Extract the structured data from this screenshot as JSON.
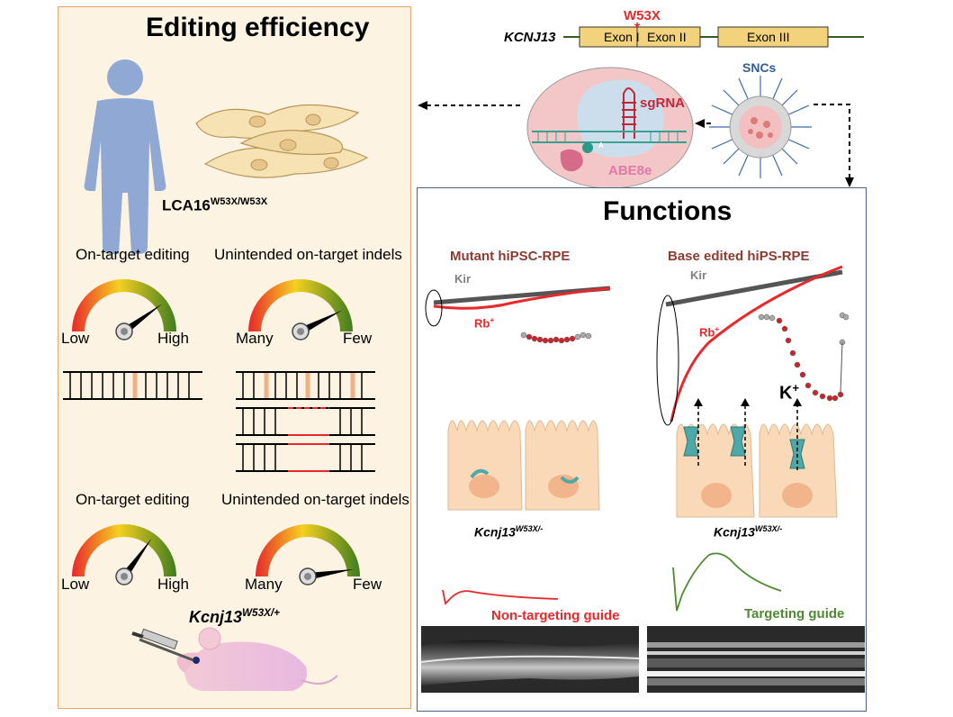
{
  "left_panel": {
    "title": "Editing efficiency",
    "patient_label": "LCA16",
    "patient_sup": "W53X/W53X",
    "row1": {
      "left_caption": "On-target editing",
      "right_caption": "Unintended on-target indels",
      "left_gauge": {
        "low": "Low",
        "high": "High",
        "level": 0.8
      },
      "right_gauge": {
        "low": "Many",
        "high": "Few",
        "level": 0.85
      }
    },
    "row2": {
      "left_caption": "On-target editing",
      "right_caption": "Unintended on-target indels",
      "left_gauge": {
        "low": "Low",
        "high": "High",
        "level": 0.7
      },
      "right_gauge": {
        "low": "Many",
        "high": "Few",
        "level": 0.95
      }
    },
    "mouse_label": "Kcnj13",
    "mouse_sup": "W53X/+"
  },
  "gene": {
    "name": "KCNJ13",
    "mutation": "W53X",
    "exons": [
      "Exon I",
      "Exon II",
      "Exon III"
    ]
  },
  "editor": {
    "sgrna_label": "sgRNA",
    "abe_label": "ABE8e",
    "nucleotide": "A",
    "snc_label": "SNCs"
  },
  "right_panel": {
    "title": "Functions",
    "mutant_title": "Mutant hiPSC-RPE",
    "edited_title": "Base edited hiPS-RPE",
    "kir_label": "Kir",
    "rb_label": "Rb",
    "rb_sup": "+",
    "k_label": "K",
    "k_sup": "+",
    "genotype_label": "Kcnj13",
    "genotype_sup": "W53X/-",
    "nontargeting_label": "Non-targeting guide",
    "targeting_label": "Targeting guide"
  },
  "colors": {
    "left_bg": "#fdf3e3",
    "left_border": "#e4a66b",
    "right_border": "#4a6385",
    "red": "#e8282b",
    "green": "#4e8a32",
    "brown": "#8c3b32",
    "person": "#8fa8d4",
    "cell": "#f9d9b8",
    "channel": "#4fa8a8"
  }
}
